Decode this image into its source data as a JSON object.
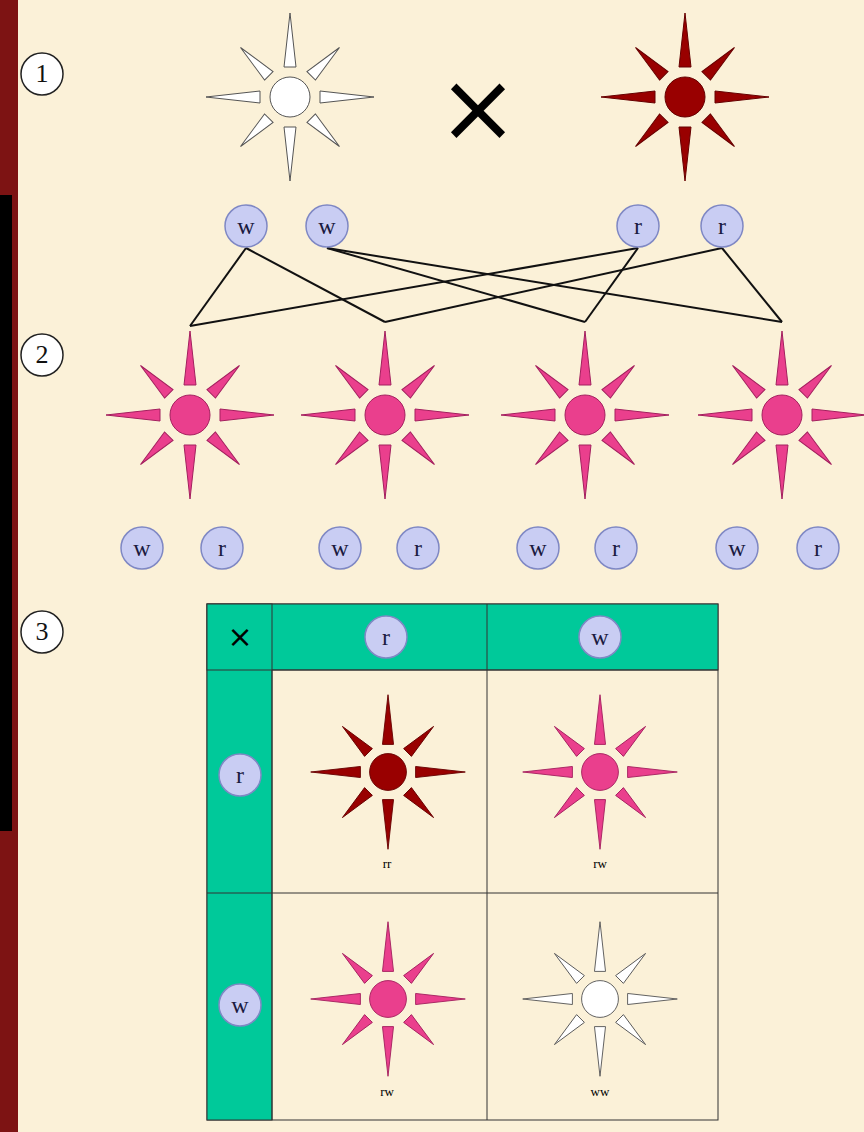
{
  "diagram": {
    "nodes": [
      {
        "text": [
          "1"
        ]
      },
      {
        "text": [
          "w"
        ]
      },
      {
        "text": [
          "w"
        ]
      },
      {
        "text": [
          "r"
        ]
      },
      {
        "text": [
          "r"
        ]
      },
      {
        "text": [
          "2"
        ]
      },
      {
        "text": [
          "w"
        ]
      },
      {
        "text": [
          "r"
        ]
      },
      {
        "text": [
          "w"
        ]
      },
      {
        "text": [
          "r"
        ]
      },
      {
        "text": [
          "w"
        ]
      },
      {
        "text": [
          "r"
        ]
      },
      {
        "text": [
          "w"
        ]
      },
      {
        "text": [
          "r"
        ]
      },
      {
        "text": [
          "3"
        ]
      },
      {
        "text": [
          "r"
        ]
      },
      {
        "text": [
          "w"
        ]
      },
      {
        "text": [
          "r"
        ]
      },
      {
        "text": [
          "w"
        ]
      }
    ],
    "labels": [
      "×",
      "×",
      "rr",
      "rw",
      "rw",
      "ww"
    ]
  }
}
